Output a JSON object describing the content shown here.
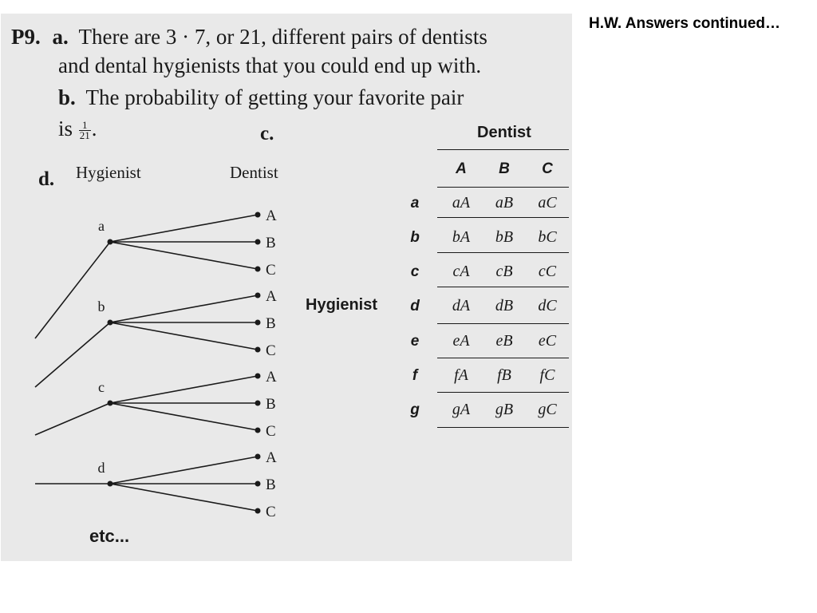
{
  "slide": {
    "heading": "H.W. Answers continued…"
  },
  "problem": {
    "number": "P9.",
    "part_a_letter": "a.",
    "part_a_line1": "There are 3 · 7, or 21, different pairs of dentists",
    "part_a_line2": "and dental hygienists that you could end up with.",
    "part_b_letter": "b.",
    "part_b_line1": "The probability of getting your favorite pair",
    "part_b_is": "is",
    "prob_numerator": "1",
    "prob_denominator": "21",
    "part_c_letter": "c.",
    "part_d_letter": "d."
  },
  "tree": {
    "header_hygienist": "Hygienist",
    "header_dentist": "Dentist",
    "groups": [
      {
        "label": "a",
        "leaves": [
          "A",
          "B",
          "C"
        ]
      },
      {
        "label": "b",
        "leaves": [
          "A",
          "B",
          "C"
        ]
      },
      {
        "label": "c",
        "leaves": [
          "A",
          "B",
          "C"
        ]
      },
      {
        "label": "d",
        "leaves": [
          "A",
          "B",
          "C"
        ]
      }
    ],
    "etc": "etc..."
  },
  "table": {
    "col_group_label": "Dentist",
    "row_group_label": "Hygienist",
    "columns": [
      "A",
      "B",
      "C"
    ],
    "rows": [
      {
        "label": "a",
        "cells": [
          "aA",
          "aB",
          "aC"
        ]
      },
      {
        "label": "b",
        "cells": [
          "bA",
          "bB",
          "bC"
        ]
      },
      {
        "label": "c",
        "cells": [
          "cA",
          "cB",
          "cC"
        ]
      },
      {
        "label": "d",
        "cells": [
          "dA",
          "dB",
          "dC"
        ]
      },
      {
        "label": "e",
        "cells": [
          "eA",
          "eB",
          "eC"
        ]
      },
      {
        "label": "f",
        "cells": [
          "fA",
          "fB",
          "fC"
        ]
      },
      {
        "label": "g",
        "cells": [
          "gA",
          "gB",
          "gC"
        ]
      }
    ]
  }
}
